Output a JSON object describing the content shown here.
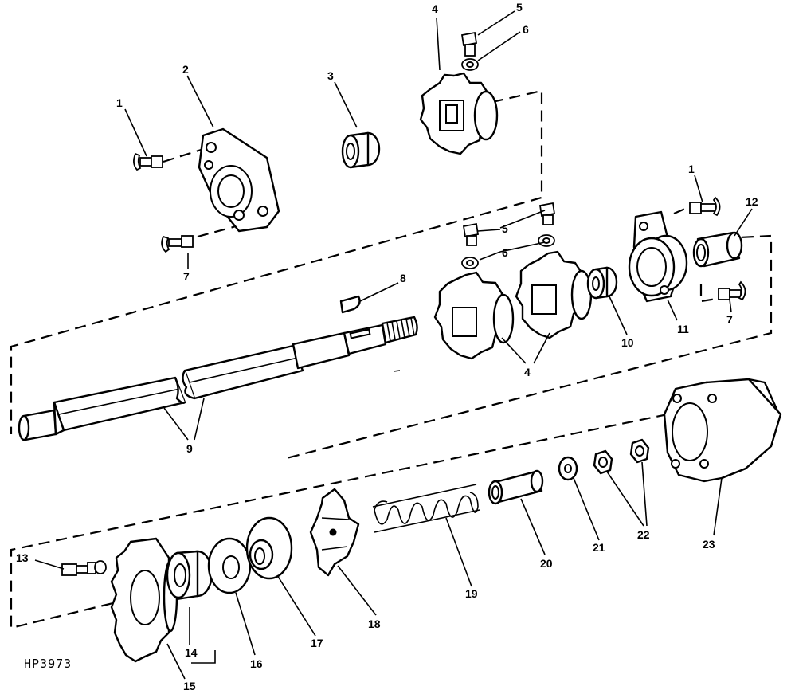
{
  "diagram": {
    "drawing_code": "HP3973",
    "callouts": [
      {
        "id": "c1a",
        "text": "1"
      },
      {
        "id": "c2",
        "text": "2"
      },
      {
        "id": "c3",
        "text": "3"
      },
      {
        "id": "c4a",
        "text": "4"
      },
      {
        "id": "c5a",
        "text": "5"
      },
      {
        "id": "c6a",
        "text": "6"
      },
      {
        "id": "c7a",
        "text": "7"
      },
      {
        "id": "c8",
        "text": "8"
      },
      {
        "id": "c5b",
        "text": "5"
      },
      {
        "id": "c6b",
        "text": "6"
      },
      {
        "id": "c1b",
        "text": "1"
      },
      {
        "id": "c12",
        "text": "12"
      },
      {
        "id": "c4b",
        "text": "4"
      },
      {
        "id": "c10",
        "text": "10"
      },
      {
        "id": "c11",
        "text": "11"
      },
      {
        "id": "c7b",
        "text": "7"
      },
      {
        "id": "c9",
        "text": "9"
      },
      {
        "id": "c13",
        "text": "13"
      },
      {
        "id": "c14",
        "text": "14"
      },
      {
        "id": "c15",
        "text": "15"
      },
      {
        "id": "c16",
        "text": "16"
      },
      {
        "id": "c17",
        "text": "17"
      },
      {
        "id": "c18",
        "text": "18"
      },
      {
        "id": "c19",
        "text": "19"
      },
      {
        "id": "c20",
        "text": "20"
      },
      {
        "id": "c21",
        "text": "21"
      },
      {
        "id": "c22",
        "text": "22"
      },
      {
        "id": "c23",
        "text": "23"
      }
    ]
  }
}
